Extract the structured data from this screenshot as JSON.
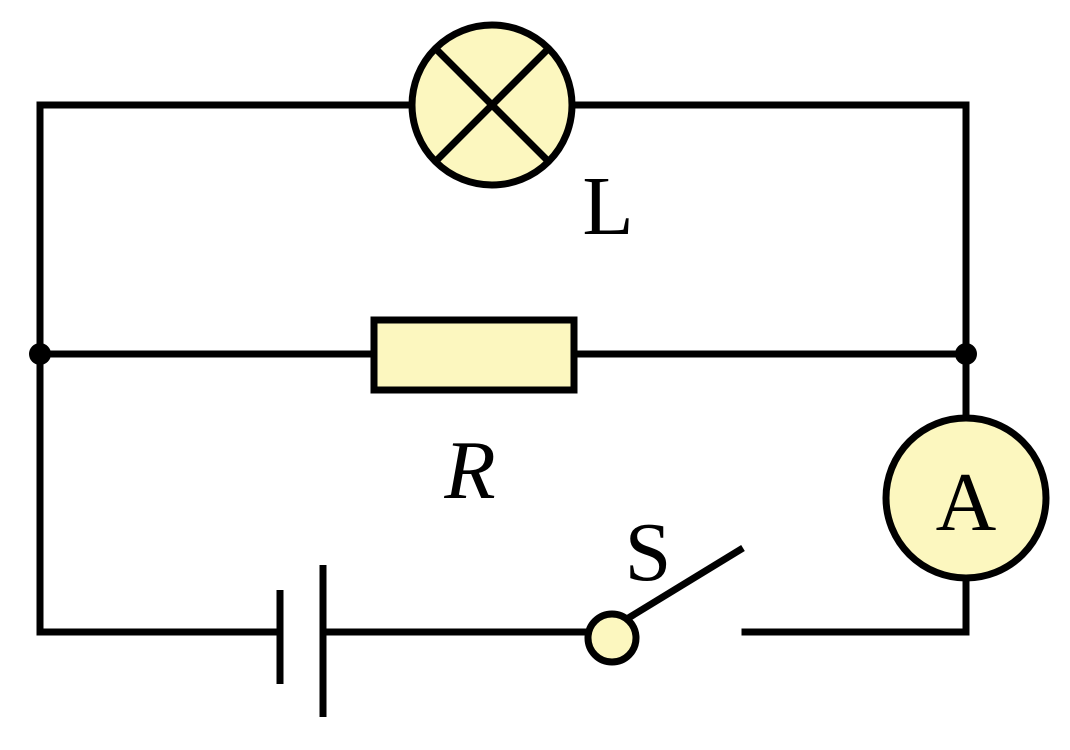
{
  "diagram": {
    "lamp_label": "L",
    "resistor_label": "R",
    "ammeter_label": "A",
    "switch_label": "S"
  },
  "colors": {
    "component_fill": "#fcf7bf",
    "line": "#000000"
  }
}
